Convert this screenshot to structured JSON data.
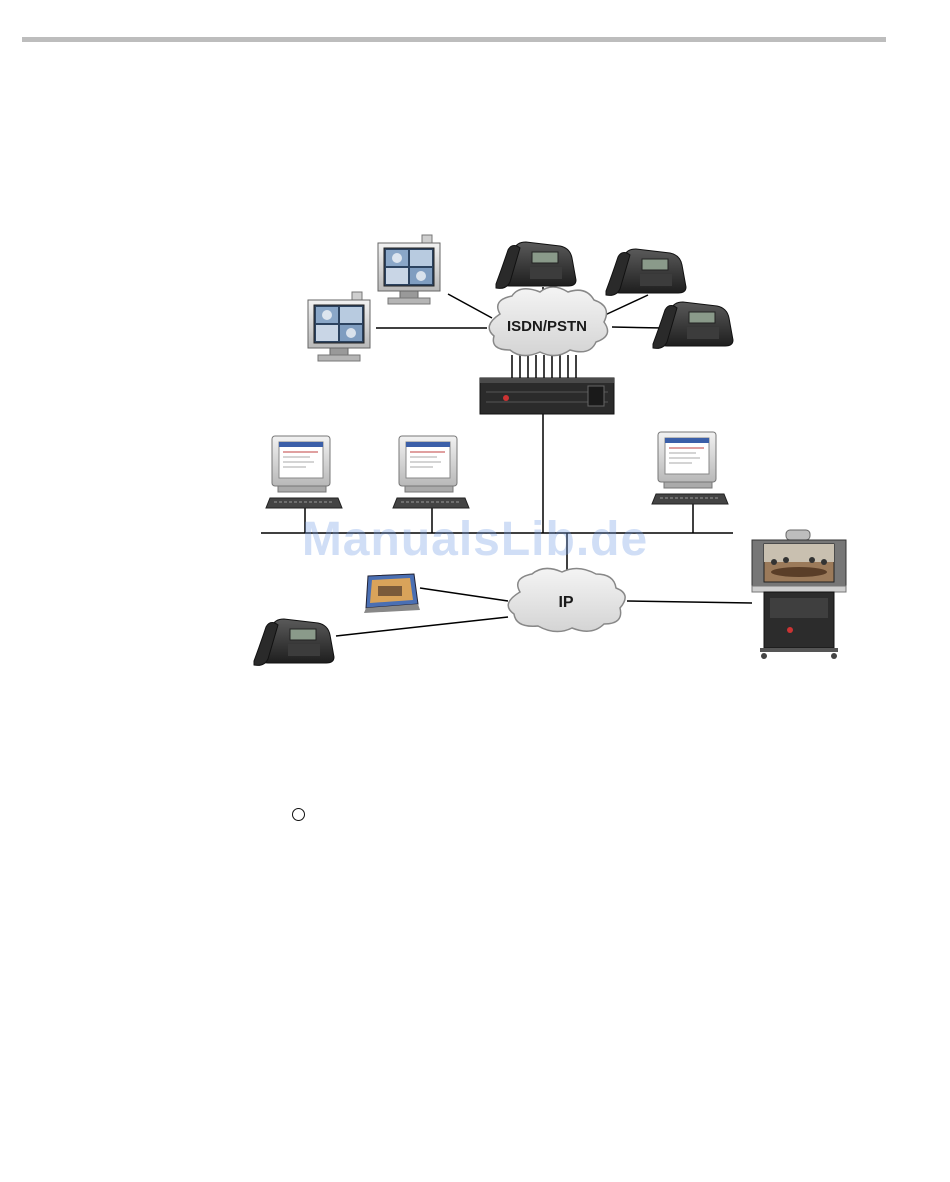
{
  "diagram": {
    "network_labels": {
      "isdn": "ISDN/PSTN",
      "ip": "IP"
    },
    "watermark": "ManualsLib.de"
  },
  "colors": {
    "rule": "#bdbdbd",
    "cloud_fill": "#e6e6e6",
    "cloud_stroke": "#888888",
    "watermark": "#78a0e6"
  }
}
